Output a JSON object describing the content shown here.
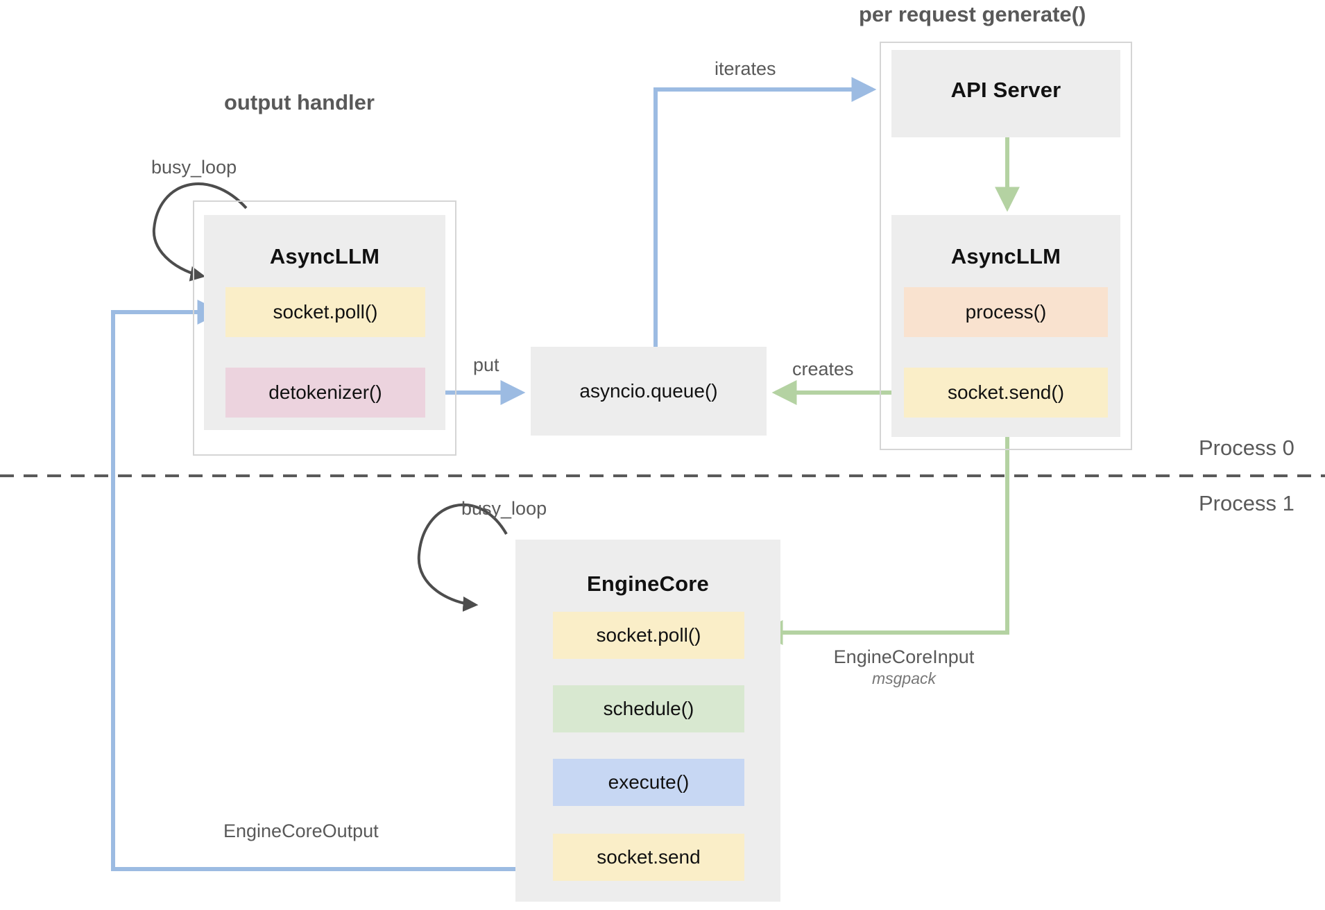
{
  "diagram": {
    "title_output_handler": "output handler",
    "title_per_request": "per request generate()",
    "process_top": "Process 0",
    "process_bottom": "Process 1"
  },
  "output_handler_group": {
    "component": {
      "title": "AsyncLLM",
      "chips": [
        {
          "label": "socket.poll()",
          "color": "#faeec8"
        },
        {
          "label": "detokenizer()",
          "color": "#ecd3de"
        }
      ]
    },
    "busy_loop_label": "busy_loop"
  },
  "queue": {
    "label": "asyncio.queue()"
  },
  "per_request_group": {
    "api_server": {
      "title": "API Server"
    },
    "async_llm": {
      "title": "AsyncLLM",
      "chips": [
        {
          "label": "process()",
          "color": "#f9e2cf"
        },
        {
          "label": "socket.send()",
          "color": "#faeec8"
        }
      ]
    }
  },
  "engine_core": {
    "title": "EngineCore",
    "busy_loop_label": "busy_loop",
    "chips": [
      {
        "label": "socket.poll()",
        "color": "#faeec8"
      },
      {
        "label": "schedule()",
        "color": "#d8e8d0"
      },
      {
        "label": "execute()",
        "color": "#c7d7f3"
      },
      {
        "label": "socket.send",
        "color": "#faeec8"
      }
    ]
  },
  "edges": {
    "iterates": "iterates",
    "put": "put",
    "creates": "creates",
    "engine_core_input": "EngineCoreInput",
    "engine_core_input_sub": "msgpack",
    "engine_core_output": "EngineCoreOutput"
  },
  "colors": {
    "blue_arrow": "#9cbbe2",
    "green_arrow": "#b4d2a2",
    "black_arrow": "#4d4d4d",
    "box_fill": "#ededed",
    "frame_border": "#d5d5d5",
    "divider": "#5a5a5a",
    "text_grey": "#595959"
  }
}
